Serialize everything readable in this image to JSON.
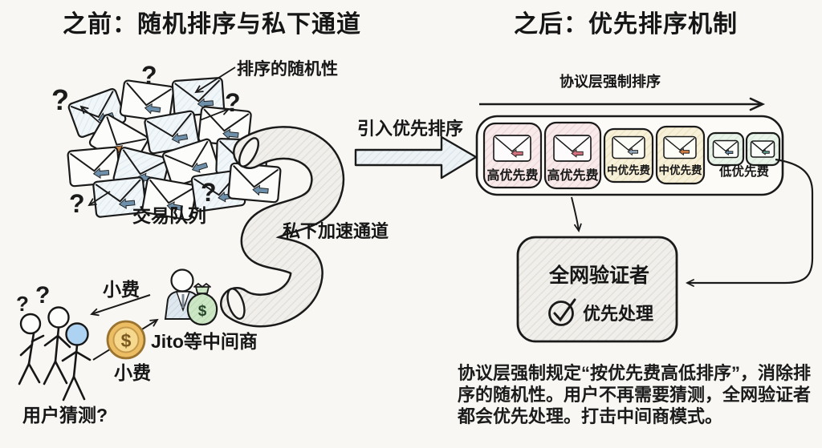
{
  "qmark": "?",
  "left": {
    "title": "之前：随机排序与私下通道",
    "randomness_note": "排序的随机性",
    "queue_label": "交易队列",
    "tube_label": "私下加速通道",
    "tip_label_top": "小费",
    "tip_label_bottom": "小费",
    "middleman_label": "Jito等中间商",
    "users_label": "用户猜测?",
    "coin_symbol": "$",
    "bag_symbol": "$"
  },
  "transition": {
    "arrow_label": "引入优先排序"
  },
  "right": {
    "title": "之后：优先排序机制",
    "protocol_label": "协议层强制排序",
    "cards": [
      {
        "tier": "high",
        "label": "高优先费"
      },
      {
        "tier": "high",
        "label": "高优先费"
      },
      {
        "tier": "medium",
        "label": "中优先费"
      },
      {
        "tier": "medium",
        "label": "中优先费"
      }
    ],
    "low_cards_label": "低优先费",
    "validator": {
      "title": "全网验证者",
      "status": "优先处理"
    },
    "note_lines": [
      "协议层强制规定“按优先费高低排序”，消除排",
      "序的随机性。用户不再需要猜测，全网验证者",
      "都会优先处理。打击中间商模式。"
    ]
  },
  "colors": {
    "ink": "#1a1a1a",
    "high_fee_bg": "#f6e7e7",
    "medium_fee_bg": "#f7f0d9",
    "low_fee_bg": "#e8f3e8",
    "coin_gold": "#edbd63",
    "money_bag_green": "#cfe8c8",
    "user_head_blue": "#aed3f2",
    "envelope_blue": "#eef4f8"
  }
}
